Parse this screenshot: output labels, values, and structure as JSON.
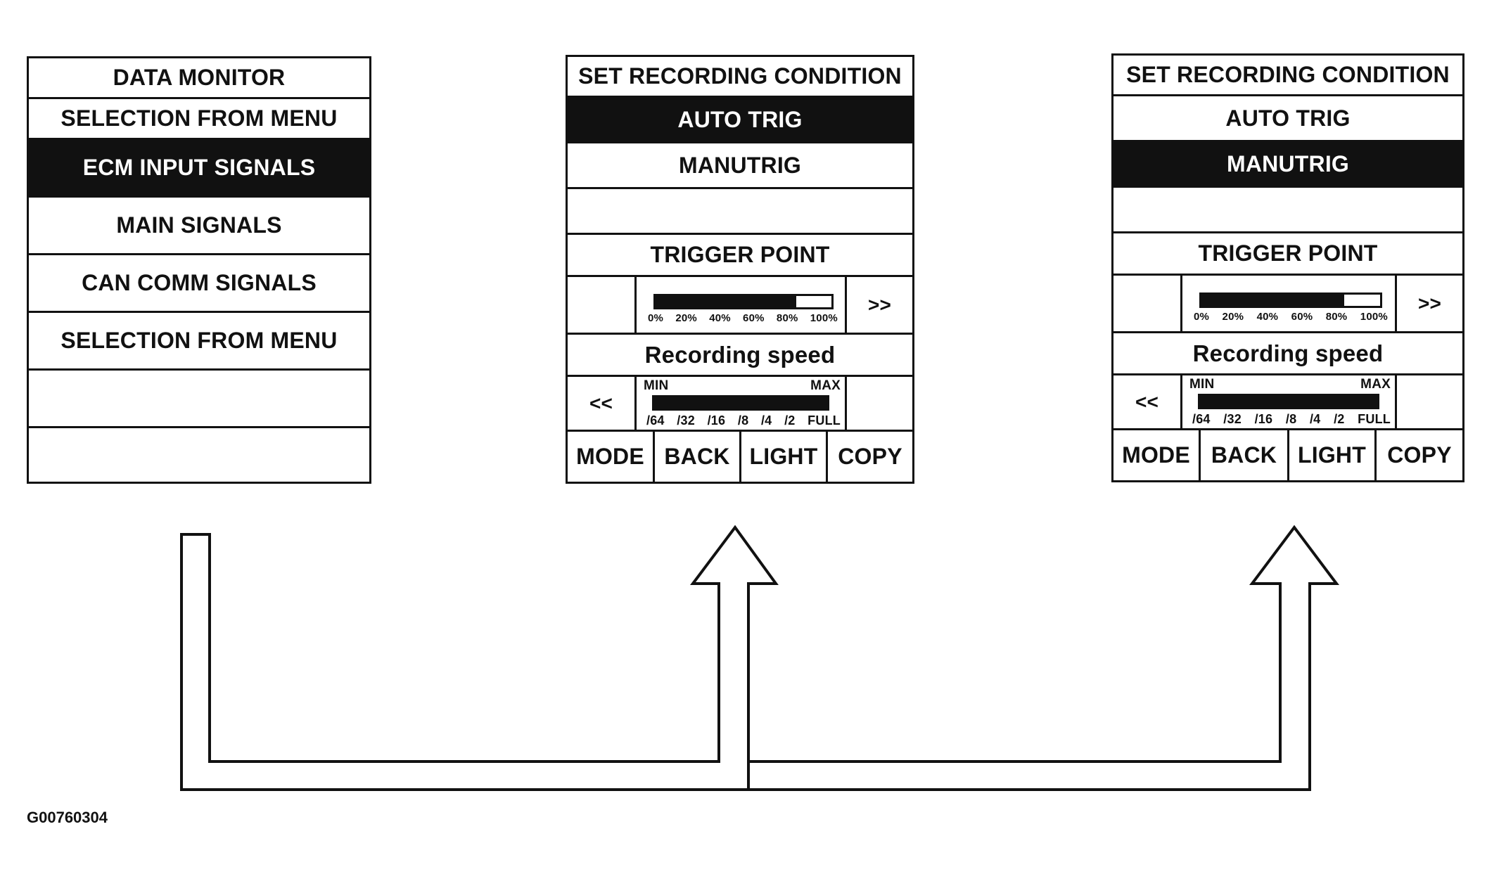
{
  "data_monitor": {
    "title": "DATA MONITOR",
    "subtitle": "SELECTION FROM MENU",
    "items": [
      {
        "label": "ECM INPUT SIGNALS",
        "selected": true
      },
      {
        "label": "MAIN SIGNALS",
        "selected": false
      },
      {
        "label": "CAN COMM SIGNALS",
        "selected": false
      },
      {
        "label": "SELECTION FROM MENU",
        "selected": false
      },
      {
        "label": "",
        "selected": false
      },
      {
        "label": "",
        "selected": false
      }
    ]
  },
  "recording_screens": [
    {
      "title": "SET RECORDING CONDITION",
      "auto_trig": "AUTO TRIG",
      "manu_trig": "MANUTRIG",
      "selected": "auto_trig",
      "trigger_label": "TRIGGER POINT",
      "trigger_ticks": [
        "0%",
        "20%",
        "40%",
        "60%",
        "80%",
        "100%"
      ],
      "trigger_level": 0.8,
      "next_label": ">>",
      "speed_label": "Recording speed",
      "prev_label": "<<",
      "speed_min": "MIN",
      "speed_max": "MAX",
      "speed_ticks": [
        "/64",
        "/32",
        "/16",
        "/8",
        "/4",
        "/2",
        "FULL"
      ],
      "speed_level": 1.0,
      "buttons": [
        "MODE",
        "BACK",
        "LIGHT",
        "COPY"
      ]
    },
    {
      "title": "SET RECORDING CONDITION",
      "auto_trig": "AUTO TRIG",
      "manu_trig": "MANUTRIG",
      "selected": "manu_trig",
      "trigger_label": "TRIGGER POINT",
      "trigger_ticks": [
        "0%",
        "20%",
        "40%",
        "60%",
        "80%",
        "100%"
      ],
      "trigger_level": 0.8,
      "next_label": ">>",
      "speed_label": "Recording speed",
      "prev_label": "<<",
      "speed_min": "MIN",
      "speed_max": "MAX",
      "speed_ticks": [
        "/64",
        "/32",
        "/16",
        "/8",
        "/4",
        "/2",
        "FULL"
      ],
      "speed_level": 1.0,
      "buttons": [
        "MODE",
        "BACK",
        "LIGHT",
        "COPY"
      ]
    }
  ],
  "figure_id": "G00760304"
}
